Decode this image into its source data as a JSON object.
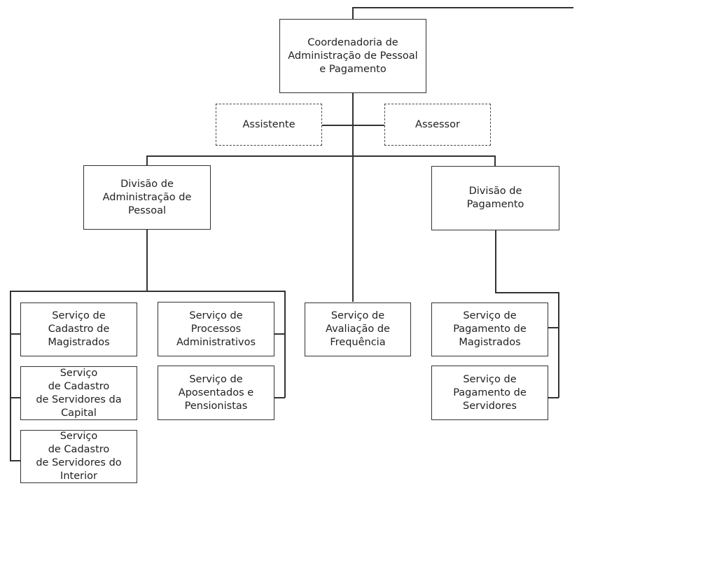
{
  "diagram": {
    "coordenadoria": "Coordenadoria de\nAdministração de Pessoal\ne Pagamento",
    "assistente": "Assistente",
    "assessor": "Assessor",
    "divisao_administracao": "Divisão de\nAdministração de\nPessoal",
    "divisao_pagamento": "Divisão de\nPagamento",
    "servico_cadastro_magistrados": "Serviço de\nCadastro de\nMagistrados",
    "servico_cadastro_servidores_capital": "Serviço\nde Cadastro\nde Servidores da\nCapital",
    "servico_cadastro_servidores_interior": "Serviço\nde Cadastro\nde Servidores do\nInterior",
    "servico_processos_administrativos": "Serviço de\nProcessos\nAdministrativos",
    "servico_aposentados_pensionistas": "Serviço de\nAposentados e\nPensionistas",
    "servico_avaliacao_frequencia": "Serviço de\nAvaliação de\nFrequência",
    "servico_pagamento_magistrados": "Serviço de\nPagamento de\nMagistrados",
    "servico_pagamento_servidores": "Serviço de\nPagamento de\nServidores"
  }
}
